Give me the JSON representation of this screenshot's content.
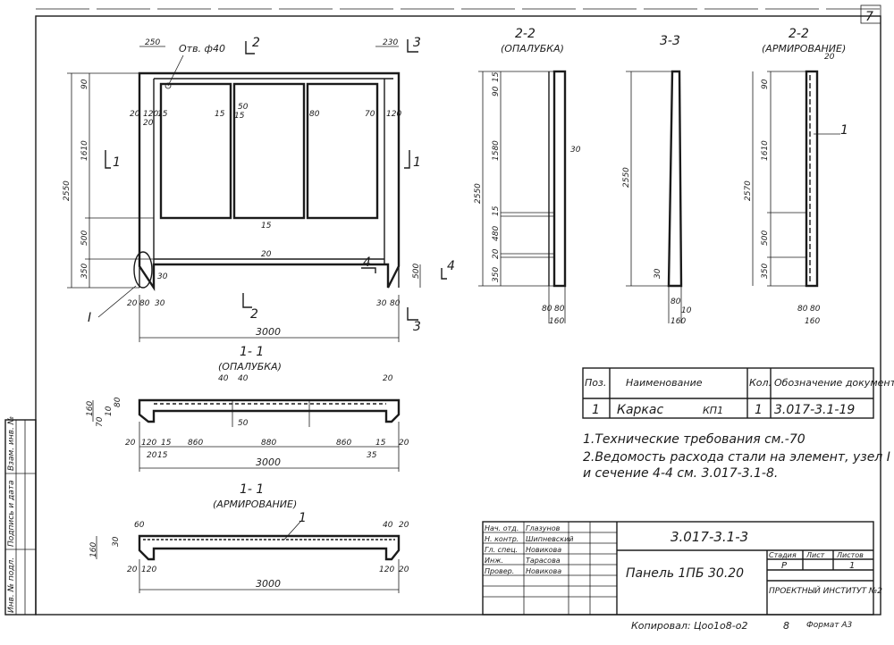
{
  "sheet_number": "7",
  "views": {
    "elevation": {
      "hole_note": "Отв. ф40",
      "top_dims": [
        "250",
        "230"
      ],
      "section_marks": [
        "2",
        "3",
        "1",
        "4",
        "I"
      ],
      "left_dims": [
        "90",
        "1610",
        "500",
        "350",
        "2550"
      ],
      "right_dims": [
        "120",
        "70",
        "500"
      ],
      "inner_dims": [
        "20",
        "120",
        "15",
        "15",
        "50",
        "15",
        "80",
        "70",
        "15",
        "20",
        "15"
      ],
      "bottom_dims": [
        "20",
        "80",
        "30",
        "30",
        "80"
      ],
      "overall_width": "3000"
    },
    "section_2_2_formwork": {
      "title": "2-2",
      "subtitle": "(ОПАЛУБКА)",
      "dims": [
        "15",
        "90",
        "1580",
        "15",
        "480",
        "20",
        "350",
        "2550",
        "30",
        "80",
        "80",
        "160"
      ]
    },
    "section_3_3": {
      "title": "3-3",
      "dims": [
        "2550",
        "30",
        "80",
        "10",
        "160"
      ]
    },
    "section_2_2_reinforcement": {
      "title": "2-2",
      "subtitle": "(АРМИРОВАНИЕ)",
      "dims": [
        "20",
        "90",
        "1610",
        "500",
        "350",
        "2570",
        "80",
        "80",
        "160"
      ],
      "callout": "1"
    },
    "section_1_1_formwork": {
      "title": "1- 1",
      "subtitle": "(ОПАЛУБКА)",
      "top_dims": [
        "40",
        "40",
        "20"
      ],
      "left_dims": [
        "160",
        "70",
        "10",
        "80"
      ],
      "inner_dim": "50",
      "bottom_dims": [
        "20",
        "120",
        "15",
        "860",
        "880",
        "860",
        "15",
        "20",
        "20",
        "15",
        "35"
      ],
      "overall_width": "3000"
    },
    "section_1_1_reinforcement": {
      "title": "1- 1",
      "subtitle": "(АРМИРОВАНИЕ)",
      "dims": [
        "60",
        "30",
        "160",
        "20",
        "120",
        "40",
        "20",
        "120",
        "20"
      ],
      "callout": "1",
      "overall_width": "3000"
    }
  },
  "spec_table": {
    "headers": [
      "Поз.",
      "Наименование",
      "Кол.",
      "Обозначение документа"
    ],
    "rows": [
      [
        "1",
        "Каркас",
        "КП1",
        "1",
        "3.017-3.1-19"
      ]
    ]
  },
  "notes": [
    "1.Технические требования см.-70",
    "2.Ведомость расхода стали на элемент, узел I",
    "и сечение 4-4 см. 3.017-3.1-8."
  ],
  "title_block": {
    "signers": [
      {
        "role": "Нач. отд.",
        "name": "Глазунов"
      },
      {
        "role": "Н. контр.",
        "name": "Шипневский"
      },
      {
        "role": "Гл. спец.",
        "name": "Новикова"
      },
      {
        "role": "Инж.",
        "name": "Тарасова"
      },
      {
        "role": "Провер.",
        "name": "Новикова"
      }
    ],
    "document_code": "3.017-3.1-3",
    "drawing_name": "Панель 1ПБ 30.20",
    "stage_header": [
      "Стадия",
      "Лист",
      "Листов"
    ],
    "stage_values": [
      "Р",
      "",
      "1"
    ],
    "organization": "ПРОЕКТНЫЙ ИНСТИТУТ №2"
  },
  "side_stamp": [
    "Инв. № подл.",
    "Подпись и дата",
    "Взам. инв. №"
  ],
  "footer": {
    "copied": "Копировал: Цоо1о8-о2",
    "page": "8",
    "format": "Формат А3"
  }
}
